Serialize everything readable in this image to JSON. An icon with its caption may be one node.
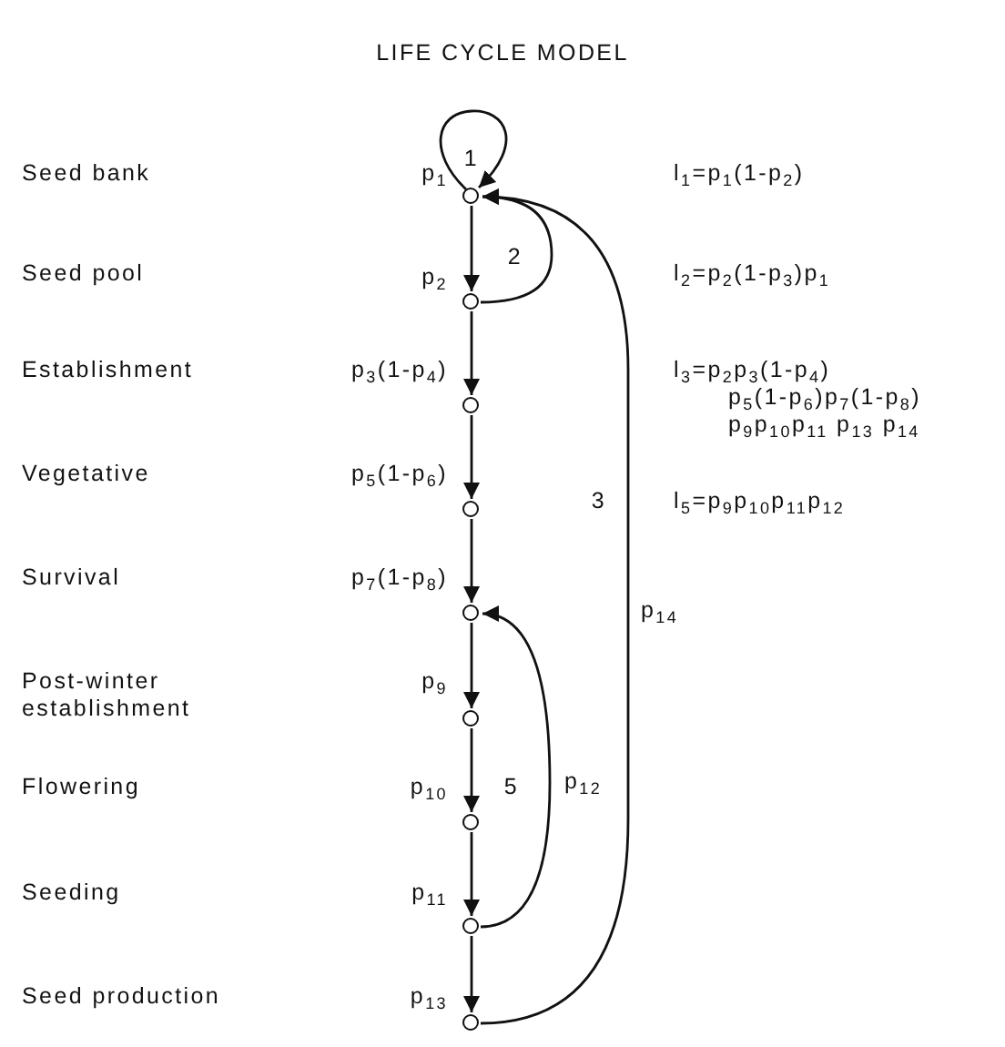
{
  "diagram": {
    "title": "LIFE CYCLE MODEL",
    "nodes": [
      {
        "text": [],
        "shape": "circle"
      },
      {
        "text": [],
        "shape": "circle"
      },
      {
        "text": [],
        "shape": "circle"
      },
      {
        "text": [],
        "shape": "circle"
      },
      {
        "text": [],
        "shape": "circle"
      },
      {
        "text": [],
        "shape": "circle"
      },
      {
        "text": [],
        "shape": "circle"
      },
      {
        "text": [],
        "shape": "circle"
      },
      {
        "text": [],
        "shape": "circle"
      }
    ],
    "edges": [
      {
        "from": 0,
        "to": 0,
        "arrow": "to",
        "label": "p$_{1}$"
      },
      {
        "from": 0,
        "to": 1,
        "arrow": "to",
        "label": "p$_{2}$"
      },
      {
        "from": 1,
        "to": 0,
        "arrow": "to"
      },
      {
        "from": 1,
        "to": 2,
        "arrow": "to",
        "label": "p$_{3}$(1-p$_{4}$)"
      },
      {
        "from": 2,
        "to": 3,
        "arrow": "to",
        "label": "p$_{5}$(1-p$_{6}$)"
      },
      {
        "from": 3,
        "to": 4,
        "arrow": "to",
        "label": "p$_{7}$(1-p$_{8}$)"
      },
      {
        "from": 4,
        "to": 5,
        "arrow": "to",
        "label": "p$_{9}$"
      },
      {
        "from": 5,
        "to": 6,
        "arrow": "to",
        "label": "p$_{10}$"
      },
      {
        "from": 6,
        "to": 7,
        "arrow": "to",
        "label": "p$_{11}$"
      },
      {
        "from": 7,
        "to": 4,
        "arrow": "to",
        "label": "p$_{12}$"
      },
      {
        "from": 7,
        "to": 8,
        "arrow": "to",
        "label": "p$_{13}$"
      },
      {
        "from": 8,
        "to": 0,
        "arrow": "to",
        "label": "p$_{14}$"
      }
    ],
    "labels": [
      "Seed bank",
      "1",
      "l$_{1}$=p$_{1}$(1-p$_{2}$)",
      "Seed pool",
      "2",
      "l$_{2}$=p$_{2}$(1-p$_{3}$)p$_{1}$",
      "Establishment",
      "l$_{3}$=p$_{2}$p$_{3}$(1-p$_{4}$) p$_{5}$(1-p$_{6}$)p$_{7}$(1-p$_{8}$) p$_{9}$p$_{10}$p$_{11}$ p$_{13}$ p$_{14}$",
      "Vegetative",
      "3",
      "l$_{5}$=p$_{9}$p$_{10}$p$_{11}$p$_{12}$",
      "Survival",
      "Post-winter establishment",
      "5",
      "Flowering",
      "Seeding",
      "Seed production"
    ]
  }
}
